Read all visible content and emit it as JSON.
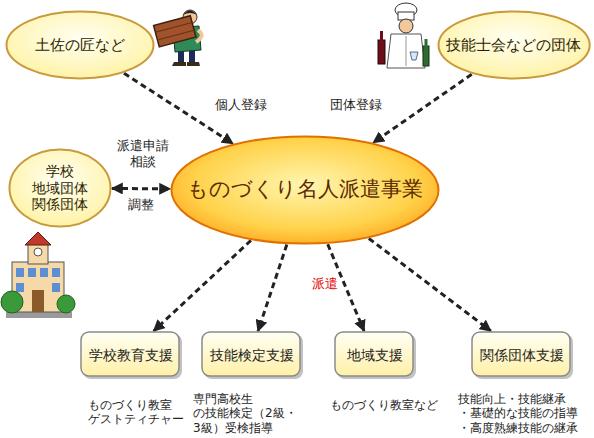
{
  "diagram": {
    "nodes": [
      {
        "text": [
          "土佐の匠など"
        ]
      },
      {
        "text": [
          "技能士会などの団体"
        ]
      },
      {
        "text": [
          "ものづくり名人派遣事業"
        ]
      },
      {
        "text": [
          "学校 地域団体 関係団体"
        ]
      },
      {
        "text": [
          "学校教育支援"
        ]
      },
      {
        "text": [
          "技能検定支援"
        ]
      },
      {
        "text": [
          "地域支援"
        ]
      },
      {
        "text": [
          "関係団体支援"
        ]
      }
    ],
    "edges": [
      {
        "from": 0,
        "to": 2,
        "label": "個人登録",
        "arrow": "to"
      },
      {
        "from": 1,
        "to": 2,
        "label": "団体登録",
        "arrow": "to"
      },
      {
        "from": 3,
        "to": 2,
        "label": "派遣申請 相談",
        "arrow": "both"
      },
      {
        "from": 2,
        "to": 4,
        "arrow": "to"
      },
      {
        "from": 2,
        "to": 5,
        "arrow": "to"
      },
      {
        "from": 2,
        "to": 6,
        "arrow": "to"
      },
      {
        "from": 2,
        "to": 7,
        "arrow": "to"
      }
    ],
    "labels": [
      "調整",
      "派遣",
      "ものづくり教室 ゲストティチャー",
      "専門高校生 の技能検定（2級・ 3級）受検指導",
      "ものづくり教室など",
      "技能向上・技能継承 ・基礎的な技能の指導 ・高度熟練技能の継承"
    ]
  }
}
